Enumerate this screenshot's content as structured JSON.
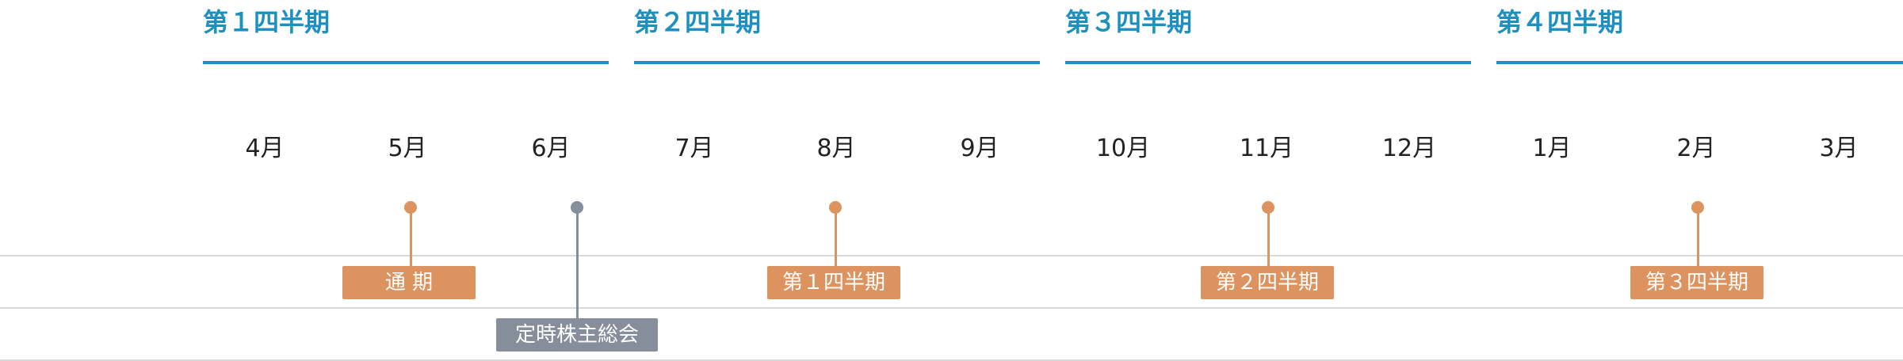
{
  "colors": {
    "quarter_accent": "#1e90bf",
    "earnings": "#dc935f",
    "meeting": "#858e9a",
    "month_text": "#222222",
    "divider": "#d9d9d9"
  },
  "quarters": [
    {
      "label": "第１四半期"
    },
    {
      "label": "第２四半期"
    },
    {
      "label": "第３四半期"
    },
    {
      "label": "第４四半期"
    }
  ],
  "months": [
    "4月",
    "5月",
    "6月",
    "7月",
    "8月",
    "9月",
    "10月",
    "11月",
    "12月",
    "1月",
    "2月",
    "3月"
  ],
  "events": [
    {
      "label": "通 期",
      "kind": "earnings"
    },
    {
      "label": "定時株主総会",
      "kind": "meeting"
    },
    {
      "label": "第１四半期",
      "kind": "earnings"
    },
    {
      "label": "第２四半期",
      "kind": "earnings"
    },
    {
      "label": "第３四半期",
      "kind": "earnings"
    }
  ]
}
